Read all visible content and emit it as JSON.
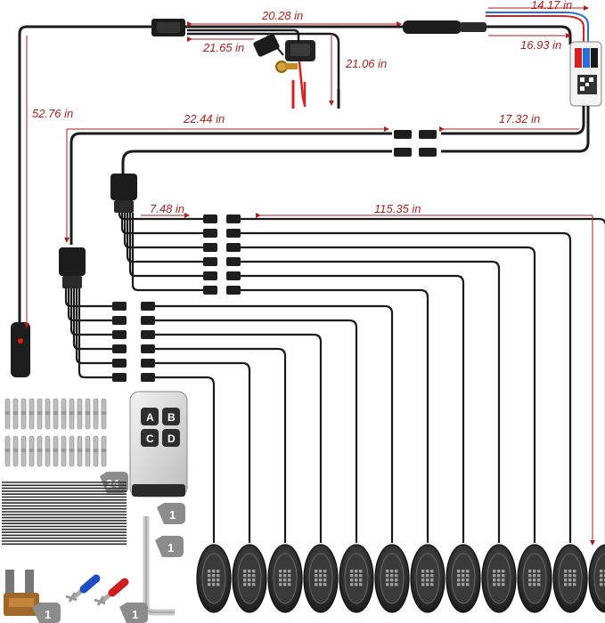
{
  "diagram": {
    "dimensions": [
      {
        "key": "top_mid",
        "label": "20.28 in"
      },
      {
        "key": "top_right",
        "label": "14.17 in"
      },
      {
        "key": "fuse_left",
        "label": "21.65 in"
      },
      {
        "key": "power_vertical",
        "label": "21.06 in"
      },
      {
        "key": "right_controller",
        "label": "16.93 in"
      },
      {
        "key": "left_switch",
        "label": "52.76 in"
      },
      {
        "key": "left_splitter",
        "label": "22.44 in"
      },
      {
        "key": "right_splitter",
        "label": "17.32 in"
      },
      {
        "key": "short_branch",
        "label": "7.48 in"
      },
      {
        "key": "long_branch",
        "label": "115.35 in"
      }
    ],
    "remote": {
      "buttons": [
        "A",
        "B",
        "C",
        "D"
      ]
    },
    "badges": {
      "connectors_qty": "24",
      "remote_qty": "1",
      "wrench_qty": "1",
      "fuse_qty": "1",
      "terminal_qty": "1"
    },
    "pod_count": 12,
    "colors": {
      "dimension_red": "#b21e1e",
      "wire_black": "#1a1a1a",
      "wire_red": "#d81e1e",
      "wire_blue": "#2a6fd6",
      "pod_body": "#2a2a2a"
    }
  }
}
